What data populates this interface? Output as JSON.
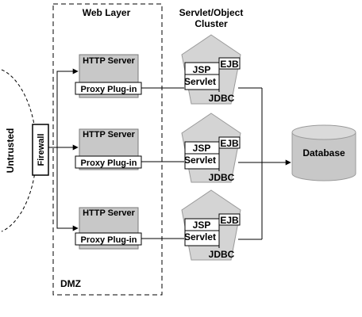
{
  "labels": {
    "web_layer": "Web Layer",
    "cluster_line1": "Servlet/Object",
    "cluster_line2": "Cluster",
    "untrusted": "Untrusted",
    "firewall": "Firewall",
    "dmz": "DMZ",
    "database": "Database"
  },
  "web_servers": [
    {
      "title": "HTTP Server",
      "plugin": "Proxy Plug-in"
    },
    {
      "title": "HTTP Server",
      "plugin": "Proxy Plug-in"
    },
    {
      "title": "HTTP Server",
      "plugin": "Proxy Plug-in"
    }
  ],
  "cluster_nodes": [
    {
      "jsp": "JSP",
      "servlet": "Servlet",
      "ejb": "EJB",
      "jdbc": "JDBC"
    },
    {
      "jsp": "JSP",
      "servlet": "Servlet",
      "ejb": "EJB",
      "jdbc": "JDBC"
    },
    {
      "jsp": "JSP",
      "servlet": "Servlet",
      "ejb": "EJB",
      "jdbc": "JDBC"
    }
  ],
  "colors": {
    "server_fill": "#c8c8c8",
    "pentagon_fill": "#d4d4d4",
    "line": "#000000"
  }
}
